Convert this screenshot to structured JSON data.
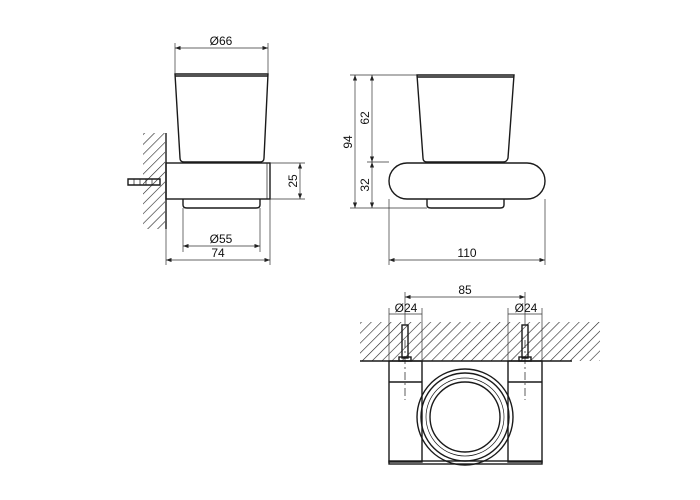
{
  "dimensions": {
    "cup_diameter": "Ø66",
    "base_diameter": "Ø55",
    "depth": "74",
    "holder_height": "25",
    "total_height": "94",
    "cup_height": "62",
    "base_height": "32",
    "width": "110",
    "mount_spacing": "85",
    "mount_left_diameter": "Ø24",
    "mount_right_diameter": "Ø24"
  }
}
